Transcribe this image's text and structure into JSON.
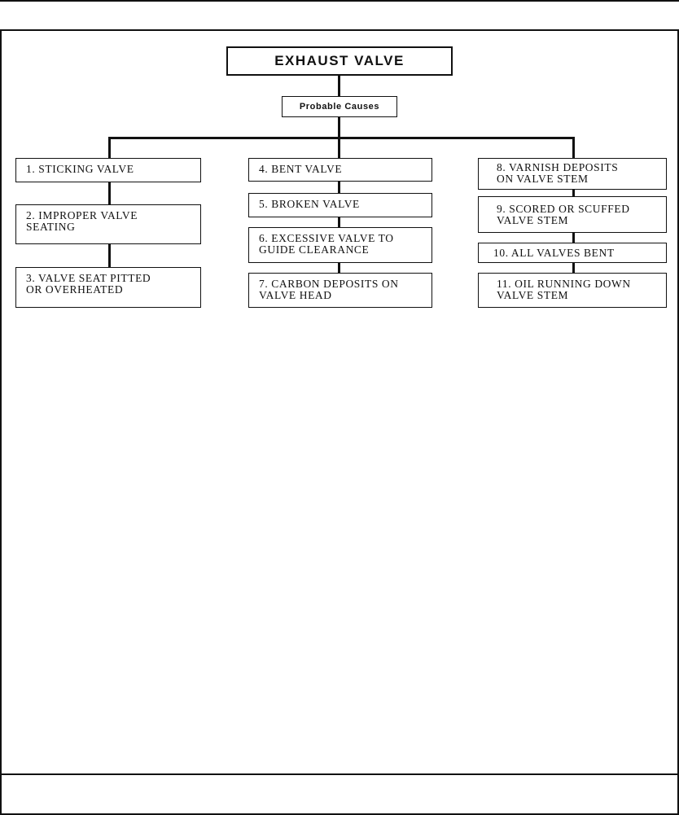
{
  "diagram": {
    "title": "EXHAUST VALVE",
    "subtitle": "Probable Causes",
    "columns": [
      {
        "causes": [
          "1. STICKING VALVE",
          "2. IMPROPER VALVE\n   SEATING",
          "3. VALVE SEAT PITTED\n   OR OVERHEATED"
        ]
      },
      {
        "causes": [
          "4. BENT VALVE",
          "5. BROKEN VALVE",
          "6. EXCESSIVE VALVE TO\n   GUIDE CLEARANCE",
          "7. CARBON DEPOSITS ON\n   VALVE HEAD"
        ]
      },
      {
        "causes": [
          "8. VARNISH DEPOSITS\n   ON VALVE STEM",
          "9. SCORED OR SCUFFED\n   VALVE STEM",
          "10. ALL VALVES BENT",
          "11. OIL RUNNING DOWN\n    VALVE STEM"
        ]
      }
    ]
  }
}
